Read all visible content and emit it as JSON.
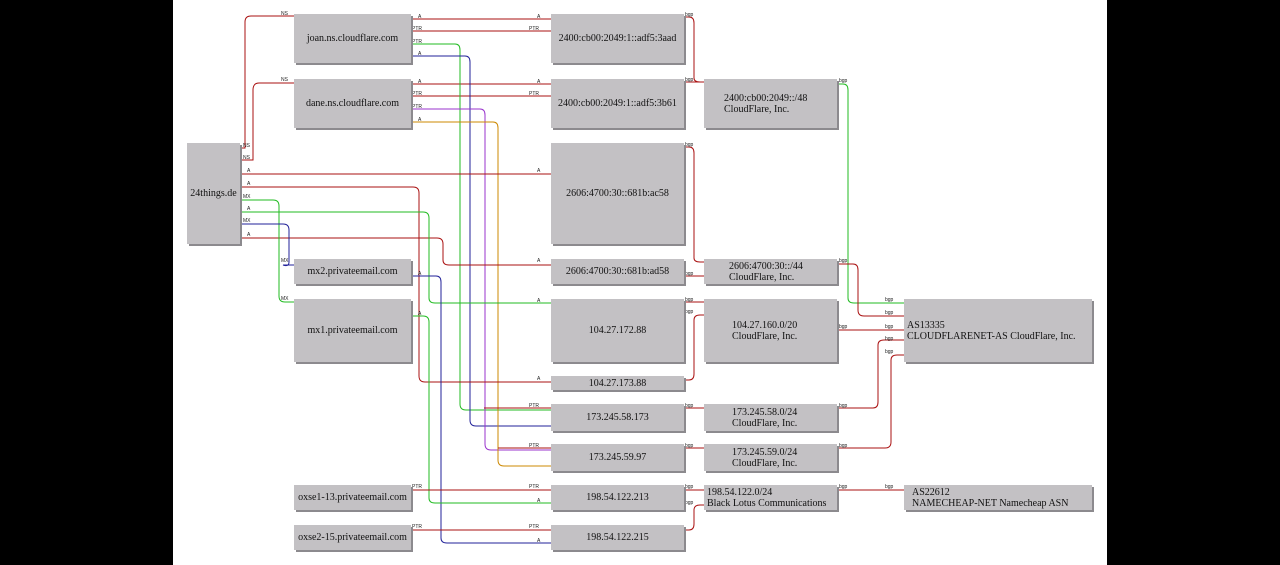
{
  "nodes": {
    "domain": "24things.de",
    "ns_joan": "joan.ns.cloudflare.com",
    "ns_dane": "dane.ns.cloudflare.com",
    "mx2": "mx2.privateemail.com",
    "mx1": "mx1.privateemail.com",
    "oxse1": "oxse1-13.privateemail.com",
    "oxse2": "oxse2-15.privateemail.com",
    "ip6_3aad": "2400:cb00:2049:1::adf5:3aad",
    "ip6_3b61": "2400:cb00:2049:1::adf5:3b61",
    "ip6_ac58": "2606:4700:30::681b:ac58",
    "ip6_ad58": "2606:4700:30::681b:ad58",
    "ip4_172_88": "104.27.172.88",
    "ip4_173_88": "104.27.173.88",
    "ip4_58_173": "173.245.58.173",
    "ip4_59_97": "173.245.59.97",
    "ip4_213": "198.54.122.213",
    "ip4_215": "198.54.122.215",
    "pfx_2400": "2400:cb00:2049::/48\nCloudFlare, Inc.",
    "pfx_2606": "2606:4700:30::/44\nCloudFlare, Inc.",
    "pfx_104": "104.27.160.0/20\nCloudFlare, Inc.",
    "pfx_17358": "173.245.58.0/24\nCloudFlare, Inc.",
    "pfx_17359": "173.245.59.0/24\nCloudFlare, Inc.",
    "pfx_198": "198.54.122.0/24\nBlack Lotus Communications",
    "as_cf": "AS13335\nCLOUDFLARENET-AS CloudFlare, Inc.",
    "as_nc": "AS22612\nNAMECHEAP-NET Namecheap ASN"
  },
  "edge_labels": {
    "ns": "NS",
    "a": "A",
    "ptr": "PTR",
    "mx": "MX",
    "bgp": "bgp"
  },
  "colors": {
    "red": "#aa1111",
    "green": "#22bb22",
    "blue": "#222299",
    "purple": "#9933cc",
    "orange": "#cc8800",
    "node_fill": "#c3c1c4"
  }
}
